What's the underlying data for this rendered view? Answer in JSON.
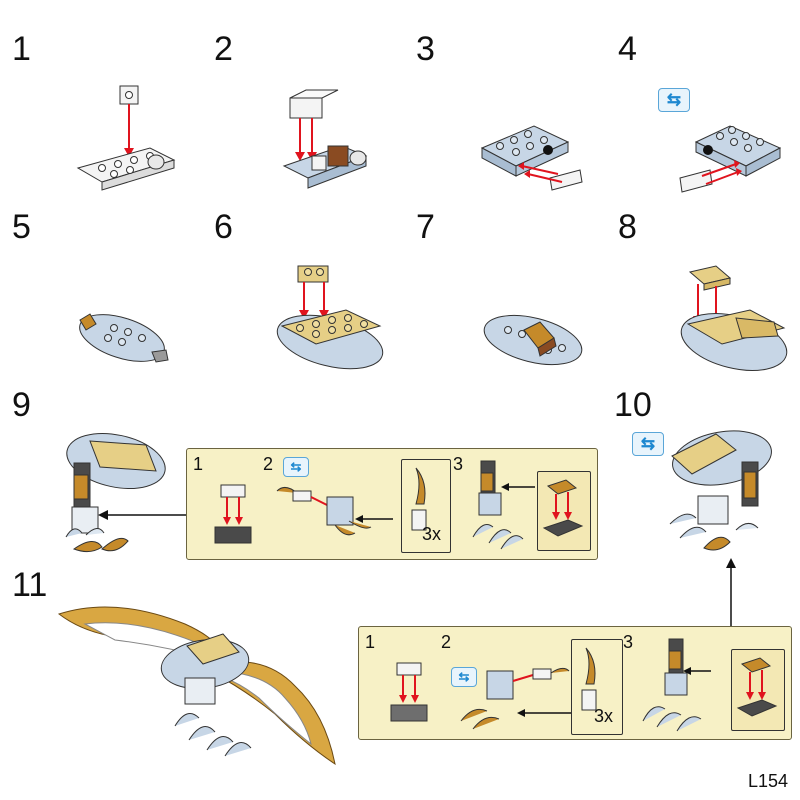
{
  "steps": [
    "1",
    "2",
    "3",
    "4",
    "5",
    "6",
    "7",
    "8",
    "9",
    "10",
    "11"
  ],
  "substeps_9": [
    "1",
    "2",
    "3"
  ],
  "substeps_10": [
    "1",
    "2",
    "3"
  ],
  "count_9": "3x",
  "count_10": "3x",
  "page_code": "L154",
  "icons": {
    "rotate": "rotate-icon",
    "arrow": "arrow-icon"
  },
  "colors": {
    "brick_light": "#c7d6e6",
    "brick_white": "#f4f4f4",
    "brick_tan": "#e6cf86",
    "brick_brown": "#8a4b22",
    "brick_gold": "#c58a2a",
    "brick_dark": "#4a4a4a",
    "arrow_red": "#e0141e",
    "box_bg": "#f7f1c6",
    "rotate_blue": "#1e88d0"
  }
}
